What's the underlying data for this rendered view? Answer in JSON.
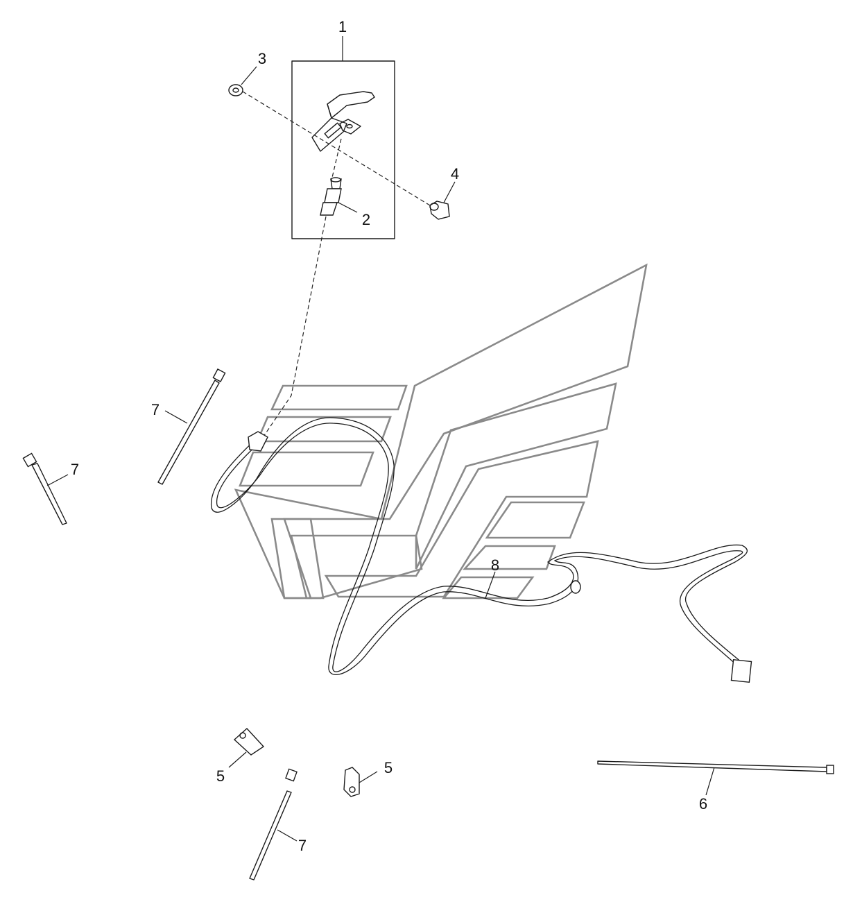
{
  "callouts": {
    "c1": "1",
    "c2": "2",
    "c3": "3",
    "c4": "4",
    "c5a": "5",
    "c5b": "5",
    "c6": "6",
    "c7a": "7",
    "c7b": "7",
    "c7c": "7",
    "c8": "8"
  },
  "colors": {
    "line": "#1a1a1a",
    "watermark": "#8a8a8a",
    "background": "#ffffff"
  }
}
